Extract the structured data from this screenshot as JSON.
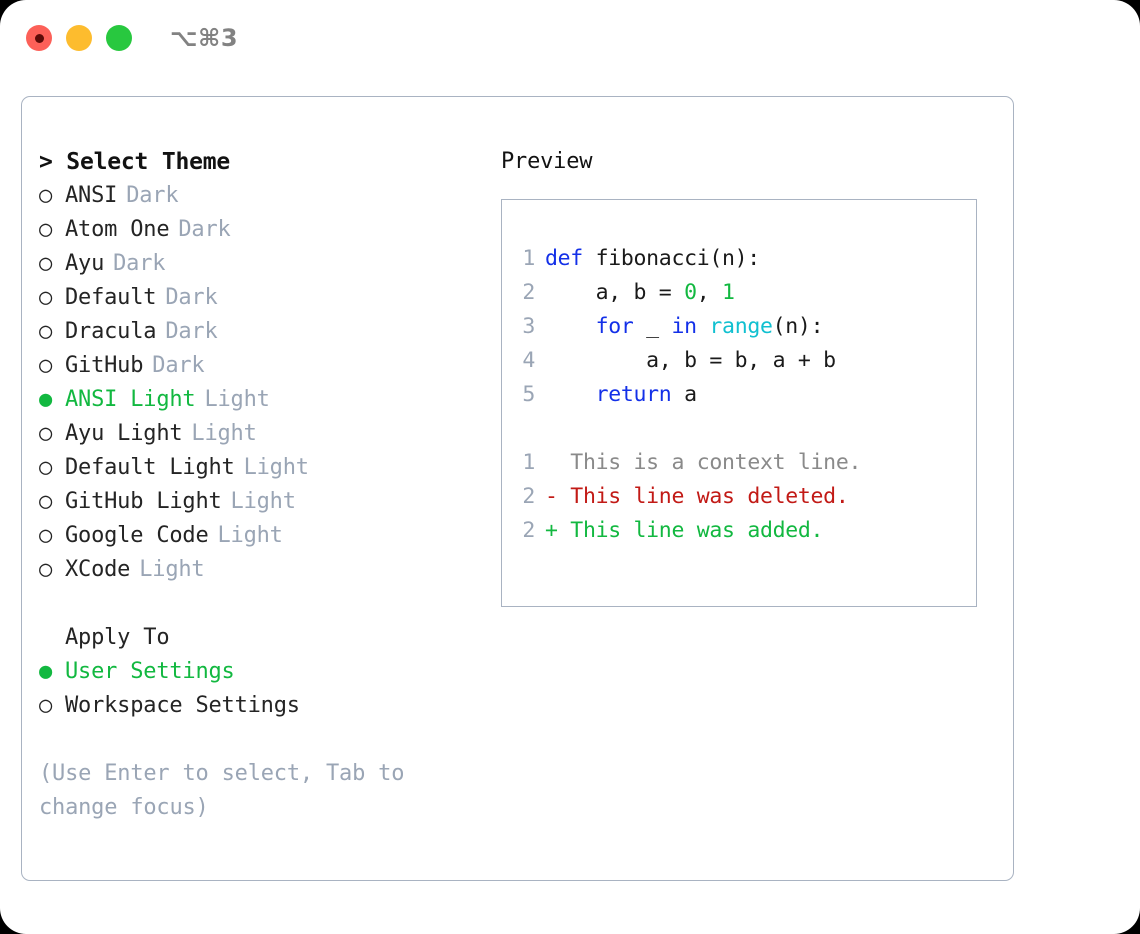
{
  "window": {
    "shortcut_label": "⌥⌘3",
    "traffic_lights": [
      {
        "name": "close",
        "color": "#fc6058"
      },
      {
        "name": "minimize",
        "color": "#fdbc2e"
      },
      {
        "name": "maximize",
        "color": "#28c83f"
      }
    ]
  },
  "theme_panel": {
    "title": "> Select Theme",
    "bullet_selected": "●",
    "bullet_unselected": "○",
    "themes": [
      {
        "label": "ANSI",
        "meta": "Dark",
        "selected": false
      },
      {
        "label": "Atom One",
        "meta": "Dark",
        "selected": false
      },
      {
        "label": "Ayu",
        "meta": "Dark",
        "selected": false
      },
      {
        "label": "Default",
        "meta": "Dark",
        "selected": false
      },
      {
        "label": "Dracula",
        "meta": "Dark",
        "selected": false
      },
      {
        "label": "GitHub",
        "meta": "Dark",
        "selected": false
      },
      {
        "label": "ANSI Light",
        "meta": "Light",
        "selected": true
      },
      {
        "label": "Ayu Light",
        "meta": "Light",
        "selected": false
      },
      {
        "label": "Default Light",
        "meta": "Light",
        "selected": false
      },
      {
        "label": "GitHub Light",
        "meta": "Light",
        "selected": false
      },
      {
        "label": "Google Code",
        "meta": "Light",
        "selected": false
      },
      {
        "label": "XCode",
        "meta": "Light",
        "selected": false
      }
    ],
    "apply_to": {
      "heading": "Apply To",
      "options": [
        {
          "label": "User Settings",
          "selected": true
        },
        {
          "label": "Workspace Settings",
          "selected": false
        }
      ]
    },
    "hint": "(Use Enter to select, Tab to change focus)"
  },
  "preview": {
    "title": "Preview",
    "code_lines": [
      {
        "number": "1",
        "tokens": [
          {
            "text": "def ",
            "kind": "kw"
          },
          {
            "text": "fibonacci(n):",
            "kind": "txt"
          }
        ]
      },
      {
        "number": "2",
        "tokens": [
          {
            "text": "    a, b = ",
            "kind": "txt"
          },
          {
            "text": "0",
            "kind": "num"
          },
          {
            "text": ", ",
            "kind": "txt"
          },
          {
            "text": "1",
            "kind": "num"
          }
        ]
      },
      {
        "number": "3",
        "tokens": [
          {
            "text": "    ",
            "kind": "txt"
          },
          {
            "text": "for",
            "kind": "kw"
          },
          {
            "text": " _ ",
            "kind": "txt"
          },
          {
            "text": "in",
            "kind": "kw"
          },
          {
            "text": " ",
            "kind": "txt"
          },
          {
            "text": "range",
            "kind": "fn"
          },
          {
            "text": "(n):",
            "kind": "txt"
          }
        ]
      },
      {
        "number": "4",
        "tokens": [
          {
            "text": "        a, b = b, a + b",
            "kind": "txt"
          }
        ]
      },
      {
        "number": "5",
        "tokens": [
          {
            "text": "    ",
            "kind": "txt"
          },
          {
            "text": "return",
            "kind": "kw"
          },
          {
            "text": " a",
            "kind": "txt"
          }
        ]
      }
    ],
    "diff_lines": [
      {
        "number": "1",
        "marker": "  ",
        "text": "This is a context line.",
        "kind": "ctx"
      },
      {
        "number": "2",
        "marker": "- ",
        "text": "This line was deleted.",
        "kind": "del"
      },
      {
        "number": "2",
        "marker": "+ ",
        "text": "This line was added.",
        "kind": "add"
      }
    ]
  },
  "colors": {
    "accent_green": "#12b840",
    "muted": "#9aa5b5",
    "border": "#a9b3c2",
    "keyword_blue": "#1330e8",
    "builtin_cyan": "#11c0d0",
    "diff_deleted": "#c21a16",
    "diff_added": "#12b840",
    "diff_context": "#8a8a8a"
  }
}
